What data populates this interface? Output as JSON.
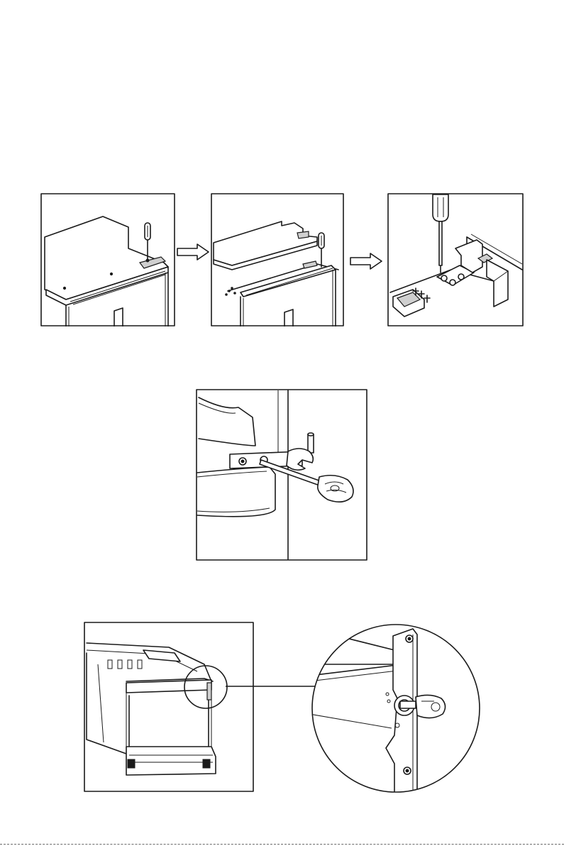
{
  "page": {
    "figures": [
      {
        "id": "step-1",
        "icon": "screwdriver-icon"
      },
      {
        "id": "step-2",
        "icon": "screwdriver-icon"
      },
      {
        "id": "step-3",
        "icon": "screwdriver-icon"
      },
      {
        "id": "step-4",
        "icon": "wrench-icon"
      },
      {
        "id": "step-5",
        "icon": "fridge-icon"
      },
      {
        "id": "step-5-detail",
        "icon": "magnifier-circle-icon"
      }
    ],
    "colors": {
      "ink": "#1a1a1a",
      "paper": "#ffffff",
      "shade": "#cfcfcf"
    }
  }
}
